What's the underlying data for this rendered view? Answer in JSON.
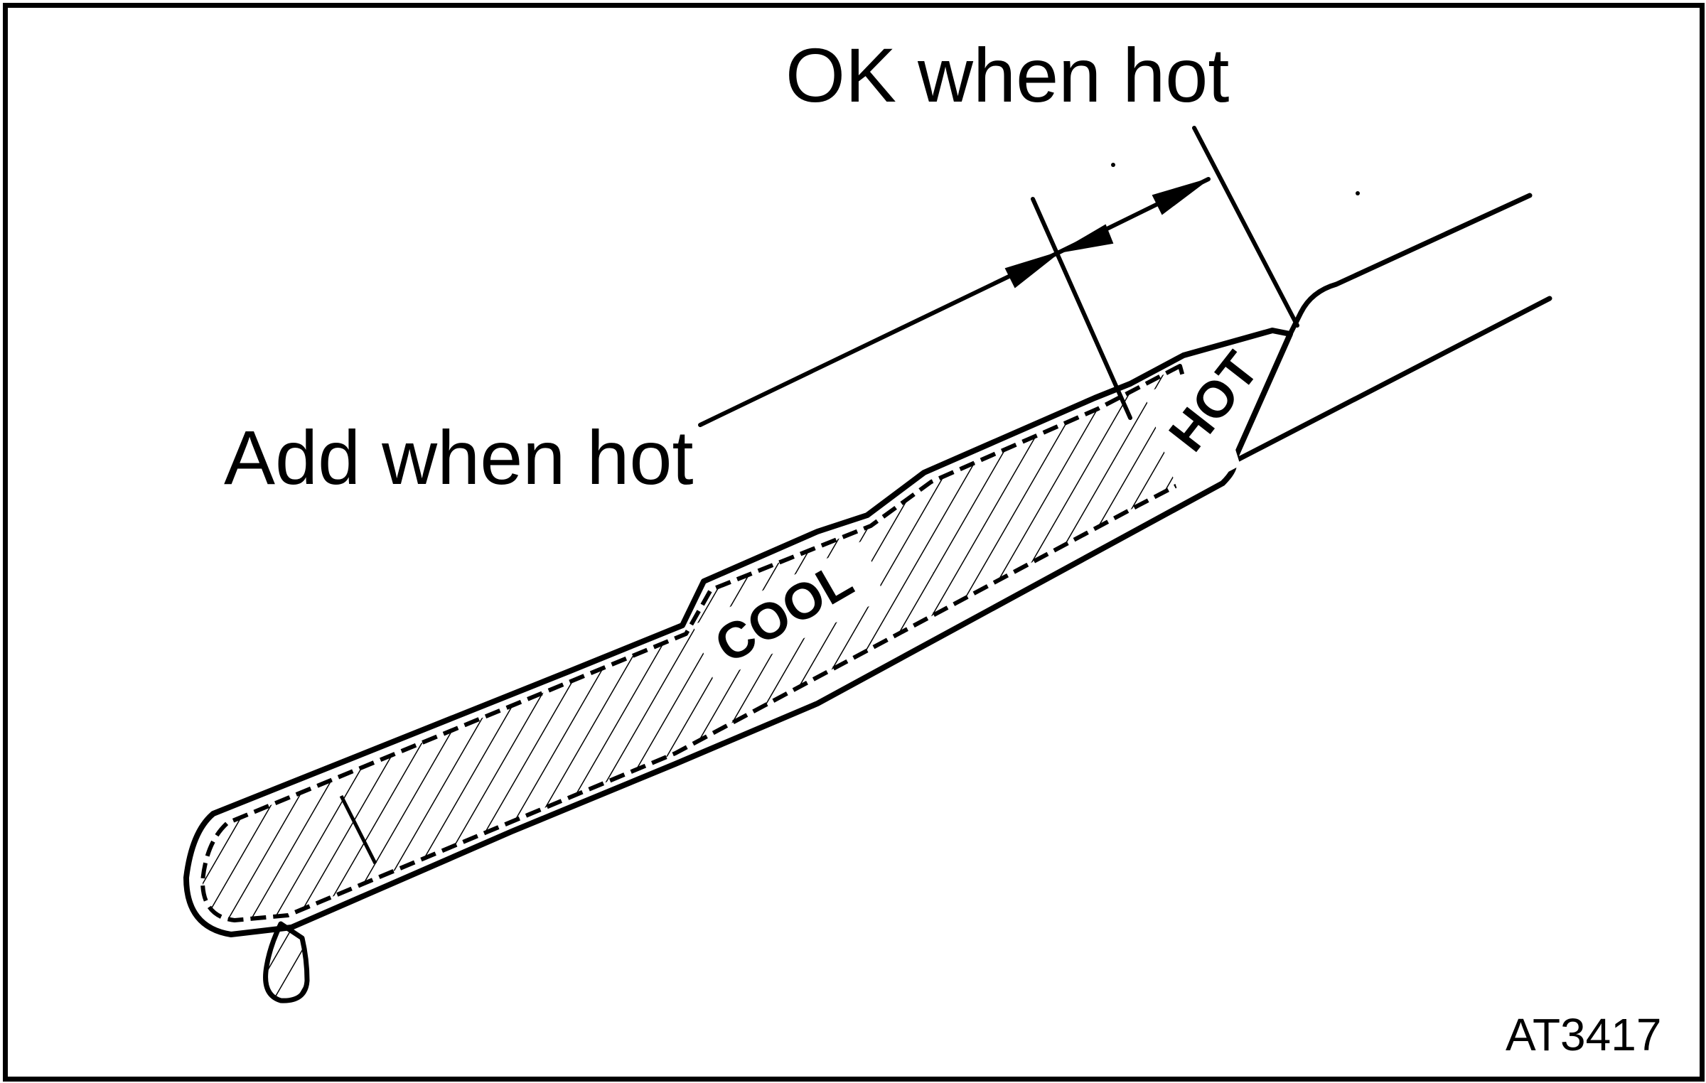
{
  "labels": {
    "ok_when_hot": "OK when hot",
    "add_when_hot": "Add when hot",
    "figure_code": "AT3417"
  },
  "dipstick": {
    "cool_marking": "COOL",
    "hot_marking": "HOT"
  },
  "colors": {
    "ink": "#000000",
    "paper": "#ffffff"
  }
}
